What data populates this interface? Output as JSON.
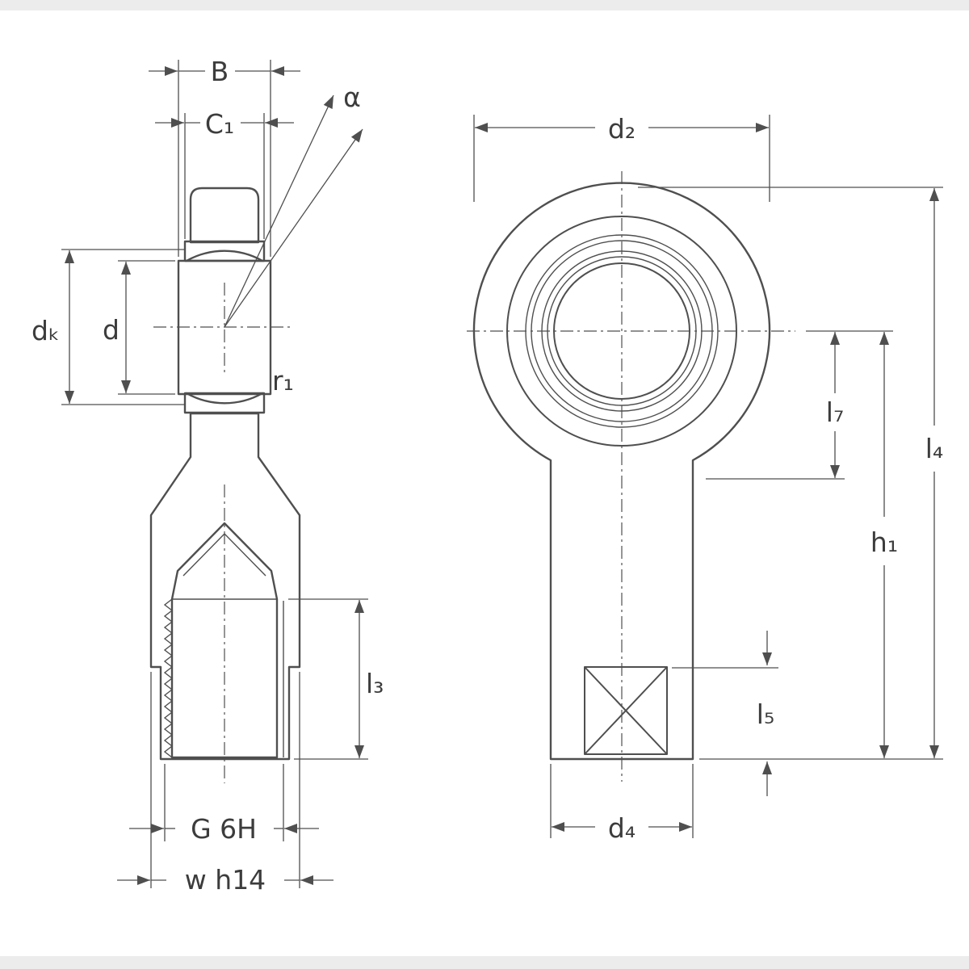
{
  "figure": {
    "type": "technical-drawing",
    "description": "Rod end spherical plain bearing with female thread, section view and front view",
    "fill_color": "#c6d4ec",
    "line_color": "#4f4f4f",
    "background_color": "#ffffff"
  },
  "labels": {
    "left_view": {
      "B": "B",
      "C1": "C₁",
      "alpha": "α",
      "dk": "dₖ",
      "d": "d",
      "r1": "r₁",
      "l3": "l₃",
      "thread": "G 6H",
      "width_flats": "w h14"
    },
    "right_view": {
      "d2": "d₂",
      "l7": "l₇",
      "l4": "l₄",
      "h1": "h₁",
      "l5": "l₅",
      "d4": "d₄"
    }
  }
}
